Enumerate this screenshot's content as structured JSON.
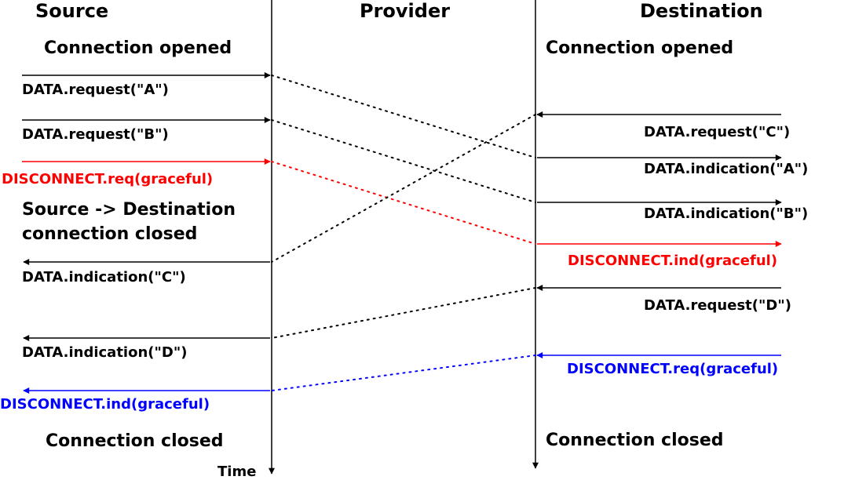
{
  "colors": {
    "default": "#000000",
    "red": "#ff0000",
    "blue": "#0000ff"
  },
  "headers": {
    "source": "Source",
    "provider": "Provider",
    "destination": "Destination"
  },
  "notes": {
    "source_opened": "Connection opened",
    "dest_opened": "Connection opened",
    "source_half_closed_line1": "Source -> Destination",
    "source_half_closed_line2": "connection closed",
    "source_closed": "Connection closed",
    "dest_closed": "Connection closed",
    "time_axis": "Time"
  },
  "source_side": {
    "req_a": "DATA.request(\"A\")",
    "req_b": "DATA.request(\"B\")",
    "disc_req": "DISCONNECT.req(graceful)",
    "ind_c": "DATA.indication(\"C\")",
    "ind_d": "DATA.indication(\"D\")",
    "disc_ind": "DISCONNECT.ind(graceful)"
  },
  "destination_side": {
    "req_c": "DATA.request(\"C\")",
    "ind_a": "DATA.indication(\"A\")",
    "ind_b": "DATA.indication(\"B\")",
    "disc_ind": "DISCONNECT.ind(graceful)",
    "req_d": "DATA.request(\"D\")",
    "disc_req": "DISCONNECT.req(graceful)"
  }
}
